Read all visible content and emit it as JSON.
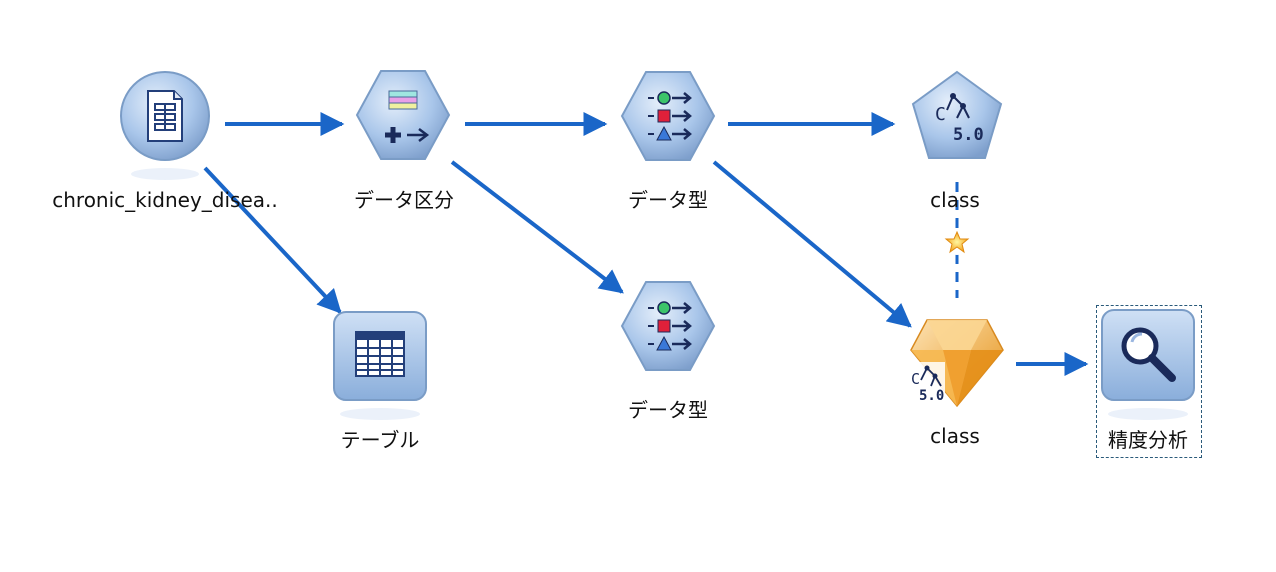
{
  "stream": {
    "nodes": [
      {
        "id": "source",
        "label": "chronic_kidney_disea..",
        "icon": "file-source-icon"
      },
      {
        "id": "partition",
        "label": "データ区分",
        "icon": "partition-icon"
      },
      {
        "id": "type1",
        "label": "データ型",
        "icon": "type-icon"
      },
      {
        "id": "type2",
        "label": "データ型",
        "icon": "type-icon"
      },
      {
        "id": "table",
        "label": "テーブル",
        "icon": "table-icon"
      },
      {
        "id": "c50_builder",
        "label": "class",
        "icon": "c50-modeling-icon"
      },
      {
        "id": "c50_nugget",
        "label": "class",
        "icon": "c50-model-nugget-icon"
      },
      {
        "id": "analysis",
        "label": "精度分析",
        "icon": "analysis-icon",
        "selected": true
      }
    ],
    "links": [
      {
        "from": "source",
        "to": "partition"
      },
      {
        "from": "source",
        "to": "table"
      },
      {
        "from": "partition",
        "to": "type1"
      },
      {
        "from": "partition",
        "to": "type2"
      },
      {
        "from": "type1",
        "to": "c50_builder"
      },
      {
        "from": "type1",
        "to": "c50_nugget"
      },
      {
        "from": "c50_nugget",
        "to": "analysis"
      },
      {
        "from": "c50_builder",
        "to": "c50_nugget",
        "style": "dashed",
        "marker": "refresh-star-icon"
      }
    ]
  },
  "colors": {
    "link": "#1a66c8",
    "node_fill": "#9fbfe5",
    "node_stroke": "#7a9cc6",
    "nugget": "#f0a830"
  }
}
